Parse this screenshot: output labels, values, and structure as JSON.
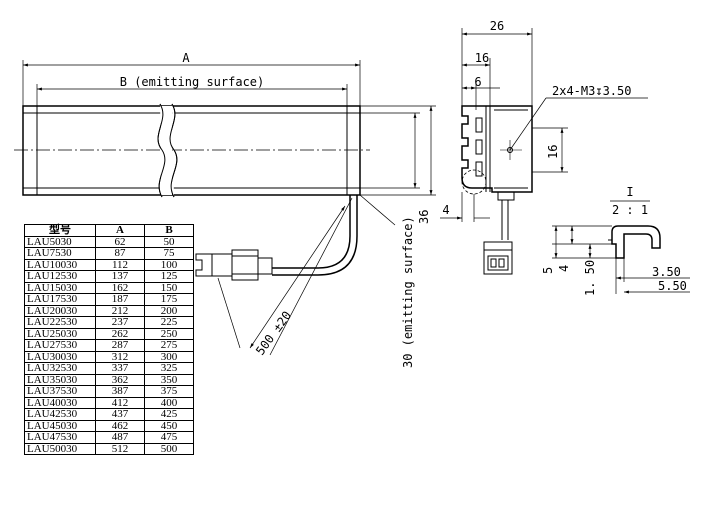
{
  "drawing": {
    "front_view": {
      "dim_a": "A",
      "dim_b": "B (emitting surface)",
      "dim_cable": "500 ±20",
      "dim_height": "36",
      "dim_emit_height": "30 (emitting surface)"
    },
    "side_view": {
      "dim_width": "26",
      "dim_16_top": "16",
      "dim_6": "6",
      "dim_16_right": "16",
      "dim_4": "4",
      "hole_note": "2x4-M3↧3.50"
    },
    "detail_view": {
      "label": "I",
      "scale": "2 : 1",
      "dim_5": "5",
      "dim_4": "4",
      "dim_150": "1. 50",
      "dim_350": "3.50",
      "dim_550": "5.50"
    }
  },
  "spec_table": {
    "headers": [
      "型号",
      "A",
      "B"
    ],
    "rows": [
      [
        "LAU5030",
        "62",
        "50"
      ],
      [
        "LAU7530",
        "87",
        "75"
      ],
      [
        "LAU10030",
        "112",
        "100"
      ],
      [
        "LAU12530",
        "137",
        "125"
      ],
      [
        "LAU15030",
        "162",
        "150"
      ],
      [
        "LAU17530",
        "187",
        "175"
      ],
      [
        "LAU20030",
        "212",
        "200"
      ],
      [
        "LAU22530",
        "237",
        "225"
      ],
      [
        "LAU25030",
        "262",
        "250"
      ],
      [
        "LAU27530",
        "287",
        "275"
      ],
      [
        "LAU30030",
        "312",
        "300"
      ],
      [
        "LAU32530",
        "337",
        "325"
      ],
      [
        "LAU35030",
        "362",
        "350"
      ],
      [
        "LAU37530",
        "387",
        "375"
      ],
      [
        "LAU40030",
        "412",
        "400"
      ],
      [
        "LAU42530",
        "437",
        "425"
      ],
      [
        "LAU45030",
        "462",
        "450"
      ],
      [
        "LAU47530",
        "487",
        "475"
      ],
      [
        "LAU50030",
        "512",
        "500"
      ]
    ]
  }
}
